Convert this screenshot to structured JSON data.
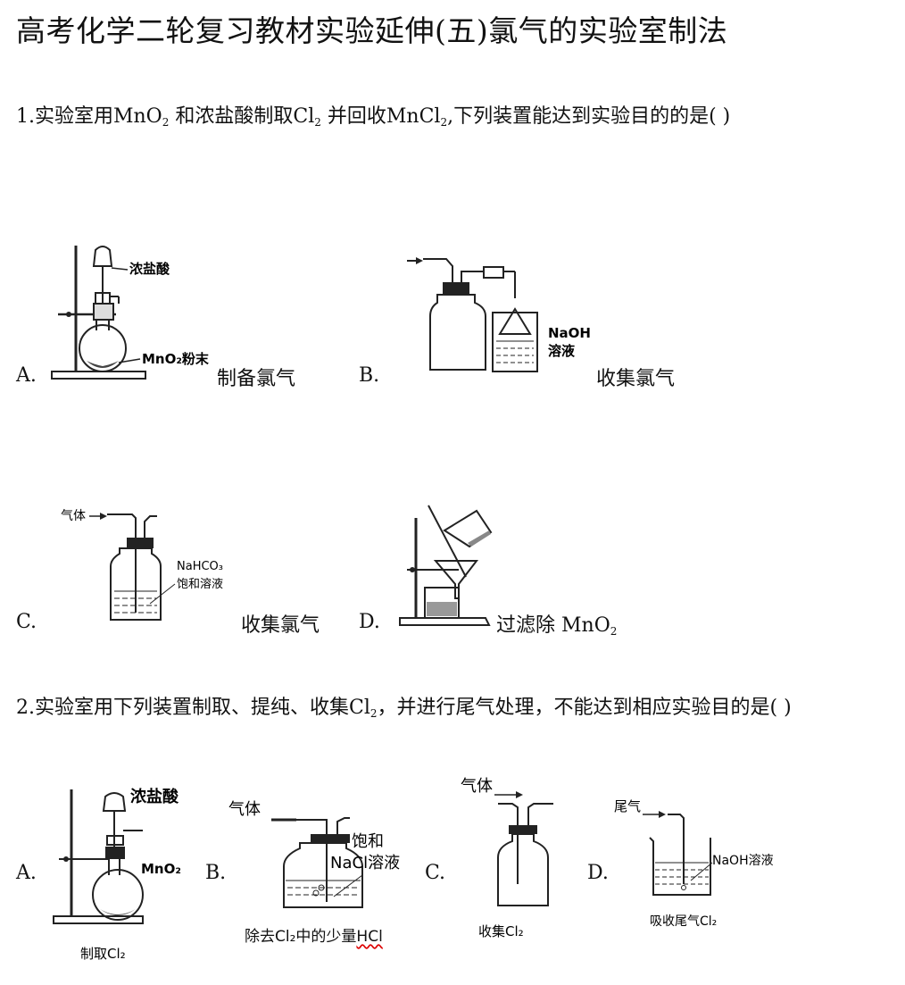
{
  "title": "高考化学二轮复习教材实验延伸(五)氯气的实验室制法",
  "q1": {
    "stem_pre": "1.实验室用MnO",
    "stem_mid": " 和浓盐酸制取Cl",
    "stem_mid2": " 并回收MnCl",
    "stem_post": ",下列装置能达到实验目的的是(      )",
    "sub2": "2",
    "options": {
      "a": {
        "letter": "A.",
        "caption": "制备氯气",
        "label_acid": "浓盐酸",
        "label_mno2": "MnO₂粉末"
      },
      "b": {
        "letter": "B.",
        "caption": "收集氯气",
        "label_reagent_1": "NaOH",
        "label_reagent_2": "溶液"
      },
      "c": {
        "letter": "C.",
        "caption": "收集氯气",
        "label_gas": "气体",
        "label_reagent_1": "NaHCO₃",
        "label_reagent_2": "饱和溶液"
      },
      "d": {
        "letter": "D.",
        "caption": "过滤除  MnO",
        "caption_sub": "2"
      }
    }
  },
  "q2": {
    "stem_pre": "2.实验室用下列装置制取、提纯、收集Cl",
    "stem_post": "，并进行尾气处理，不能达到相应实验目的是(      )",
    "sub2": "2",
    "options": {
      "a": {
        "letter": "A.",
        "label_acid": "浓盐酸",
        "label_mno2": "MnO₂",
        "caption": "制取Cl₂"
      },
      "b": {
        "letter": "B.",
        "label_gas": "气体",
        "label_reagent_1": "饱和",
        "label_reagent_2": "NaCl溶液",
        "caption_pre": "除去Cl₂中的少量",
        "caption_hcl": "HCl"
      },
      "c": {
        "letter": "C.",
        "label_gas": "气体",
        "caption": "收集Cl₂"
      },
      "d": {
        "letter": "D.",
        "label_gas": "尾气",
        "label_reagent": "NaOH溶液",
        "caption": "吸收尾气Cl₂"
      }
    }
  }
}
